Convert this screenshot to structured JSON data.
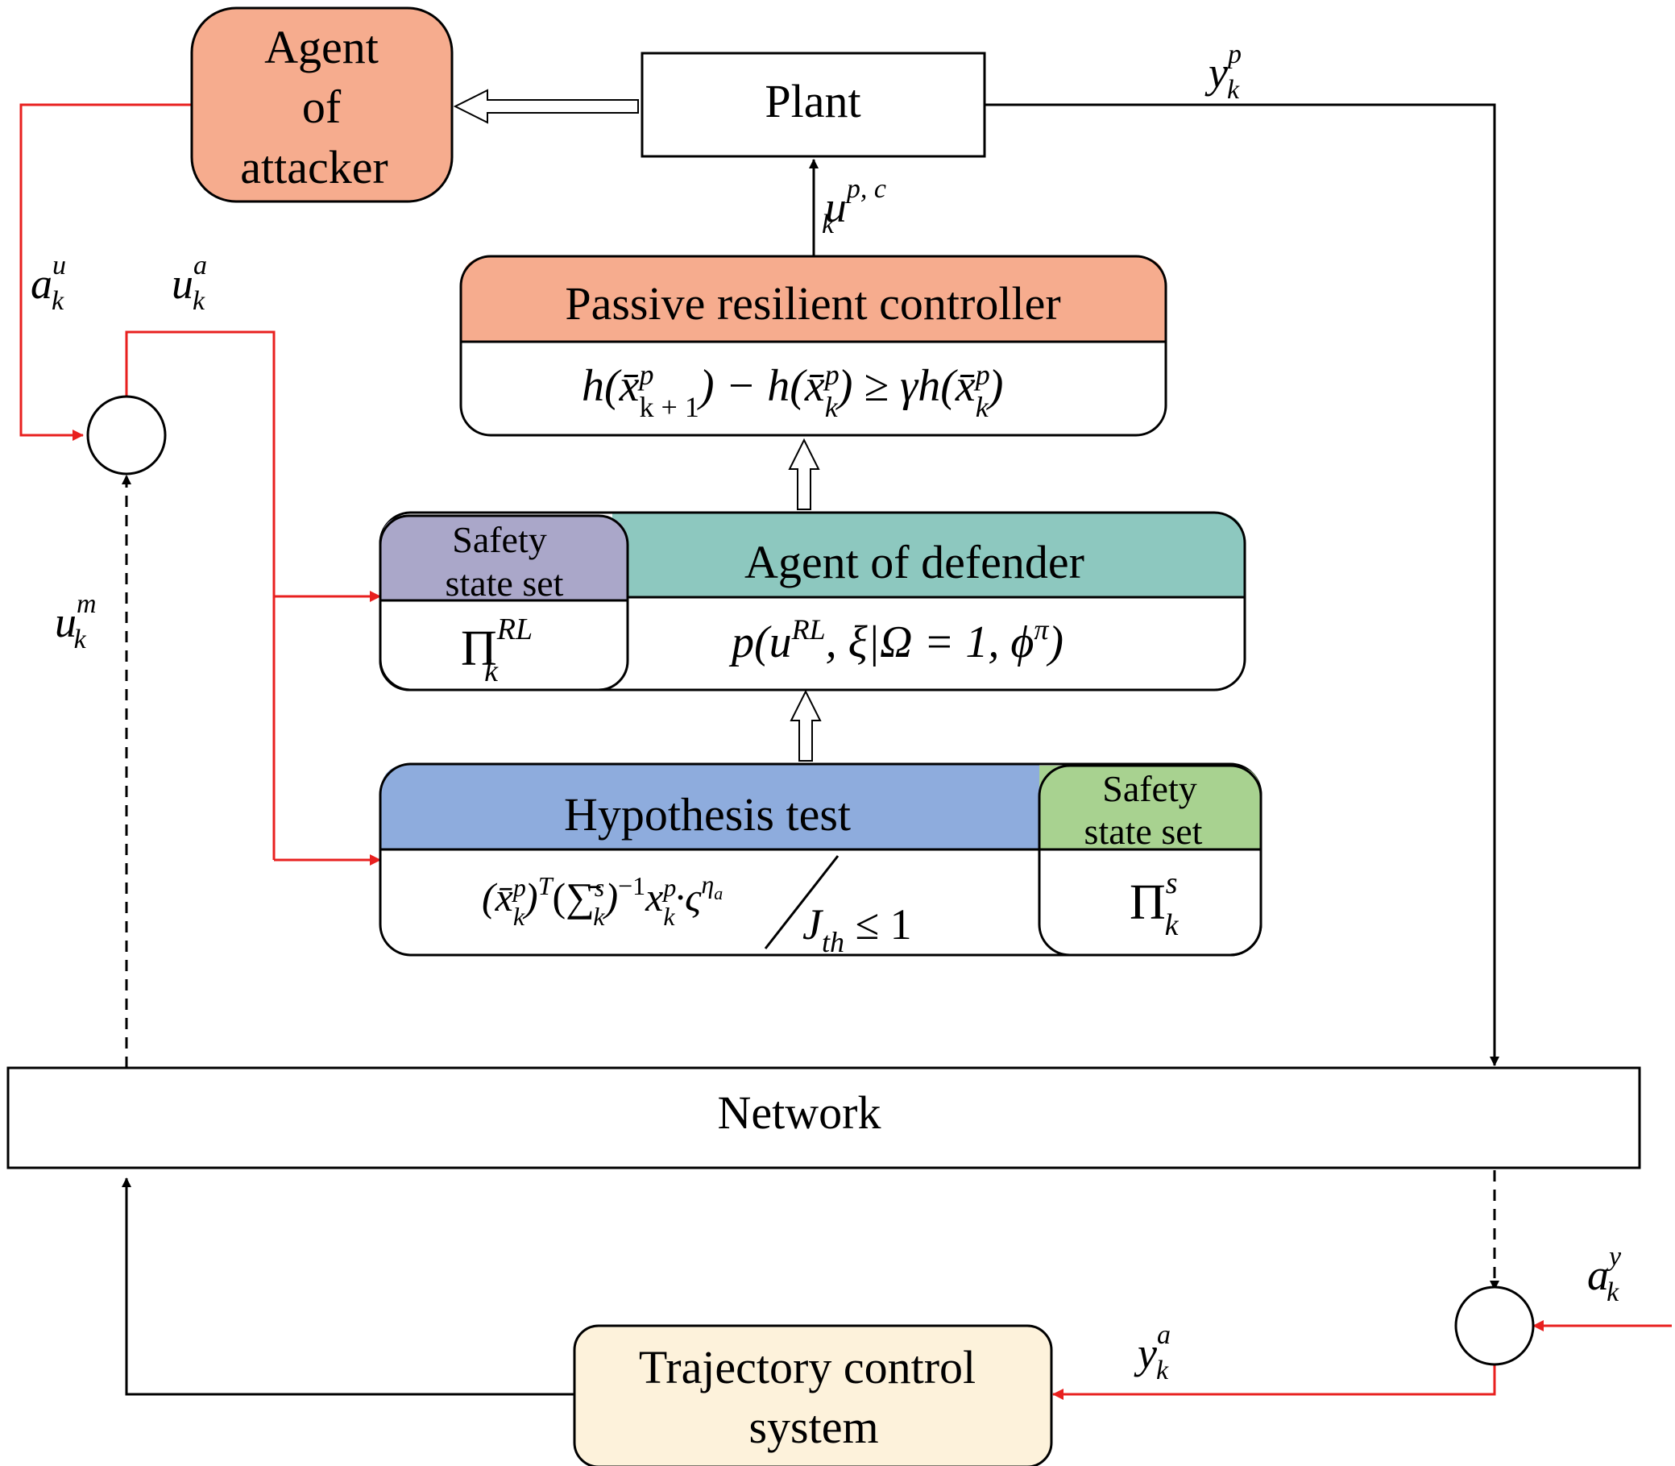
{
  "colors": {
    "attacker_fill": "#f6ac8e",
    "controller_header": "#f6ac8e",
    "defender_header": "#8dc8bf",
    "safety_set_rl_header": "#aaa7c9",
    "hypothesis_header": "#8eacdd",
    "safety_set_s_header": "#a8d290",
    "trajectory_fill": "#fdf2db",
    "attack_line": "#e8201f",
    "line": "#000000"
  },
  "blocks": {
    "plant": "Plant",
    "attacker": [
      "Agent",
      "of",
      "attacker"
    ],
    "controller_title": "Passive resilient controller",
    "controller_formula": {
      "h1": "h(",
      "x1": "x̄",
      "sup1": "p",
      "sub1": "k + 1",
      "mid": ") − h(",
      "x2": "x̄",
      "sup2": "p",
      "sub2": "k",
      "mid2": ") ≥ γh(",
      "x3": "x̄",
      "sup3": "p",
      "sub3": "k",
      "end": ")"
    },
    "defender_title": "Agent of defender",
    "defender_formula": {
      "p": "p(u",
      "sup": "RL",
      "rest": ", ξ|Ω = 1, ϕ",
      "pi": "π",
      "end": ")"
    },
    "safety_rl_title": [
      "Safety",
      "state set"
    ],
    "safety_rl_symbol": {
      "pi": "Π",
      "sup": "RL",
      "sub": "k"
    },
    "hypothesis_title": "Hypothesis test",
    "hypothesis_formula": {
      "a": "(x̄",
      "a_sup": "p",
      "a_sub": "k",
      "b": ")",
      "b_sup": "T",
      "c": "(∑̄",
      "c_sup": "s",
      "c_sub": "k",
      "d": ")",
      "d_sup": "−1",
      "e": "x",
      "e_sup": "p",
      "e_sub": "k",
      "f": "·ς",
      "f_sup": "η",
      "f_sup_sub": "a",
      "g": "J",
      "g_sub": "th",
      "h": " ≤ 1"
    },
    "safety_s_title": [
      "Safety",
      "state set"
    ],
    "safety_s_symbol": {
      "pi": "Π",
      "sup": "s",
      "sub": "k"
    },
    "network": "Network",
    "trajectory": [
      "Trajectory control",
      "system"
    ]
  },
  "signals": {
    "y_p": {
      "base": "y",
      "sup": "p",
      "sub": "k"
    },
    "u_pc": {
      "base": "u",
      "sup": "p, c",
      "sub": "k"
    },
    "a_u": {
      "base": "a",
      "sup": "u",
      "sub": "k"
    },
    "u_a": {
      "base": "u",
      "sup": "a",
      "sub": "k"
    },
    "u_m": {
      "base": "u",
      "sup": "m",
      "sub": "k"
    },
    "a_y": {
      "base": "a",
      "sup": "y",
      "sub": "k"
    },
    "y_a": {
      "base": "y",
      "sup": "a",
      "sub": "k"
    }
  }
}
